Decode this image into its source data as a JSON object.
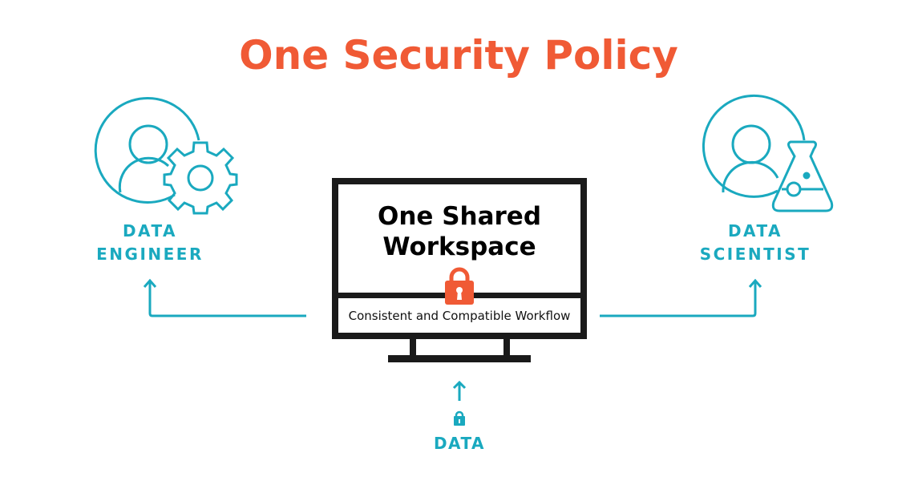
{
  "title": "One Security Policy",
  "left_role": {
    "line1": "DATA",
    "line2": "ENGINEER",
    "icon": "user-gear-icon"
  },
  "right_role": {
    "line1": "DATA",
    "line2": "SCIENTIST",
    "icon": "user-flask-icon"
  },
  "workspace": {
    "line1": "One Shared",
    "line2": "Workspace",
    "footer": "Consistent and Compatible Workflow",
    "icon": "padlock-icon"
  },
  "data_source": {
    "label": "DATA",
    "icon": "padlock-icon"
  },
  "colors": {
    "accent": "#f05a35",
    "teal": "#1aa9bf",
    "dark": "#1a1a1a"
  }
}
